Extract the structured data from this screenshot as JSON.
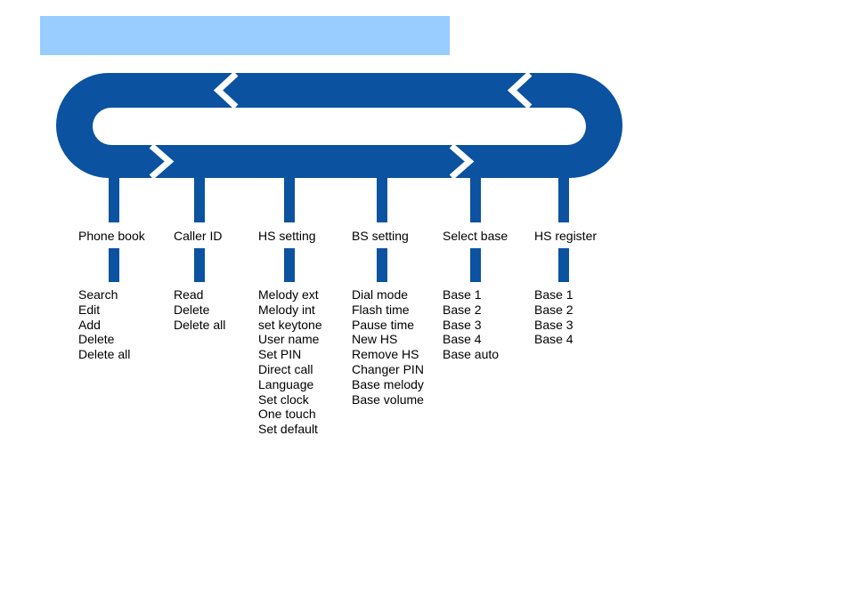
{
  "title": "",
  "colors": {
    "loop": "#0b52a0",
    "title_bar": "#99ccff"
  },
  "menus": [
    {
      "label": "Phone book",
      "items": [
        "Search",
        "Edit",
        "Add",
        "Delete",
        "Delete all"
      ]
    },
    {
      "label": "Caller ID",
      "items": [
        "Read",
        "Delete",
        "Delete all"
      ]
    },
    {
      "label": "HS setting",
      "items": [
        "Melody ext",
        "Melody int",
        "set keytone",
        "User name",
        "Set PIN",
        "Direct call",
        "Language",
        "Set clock",
        "One touch",
        "Set default"
      ]
    },
    {
      "label": "BS setting",
      "items": [
        "Dial mode",
        "Flash time",
        "Pause time",
        "New HS",
        "Remove HS",
        "Changer PIN",
        "Base melody",
        "Base volume"
      ]
    },
    {
      "label": "Select base",
      "items": [
        "Base 1",
        "Base 2",
        "Base 3",
        "Base 4",
        "Base auto"
      ]
    },
    {
      "label": "HS register",
      "items": [
        "Base 1",
        "Base 2",
        "Base 3",
        "Base 4"
      ]
    }
  ]
}
